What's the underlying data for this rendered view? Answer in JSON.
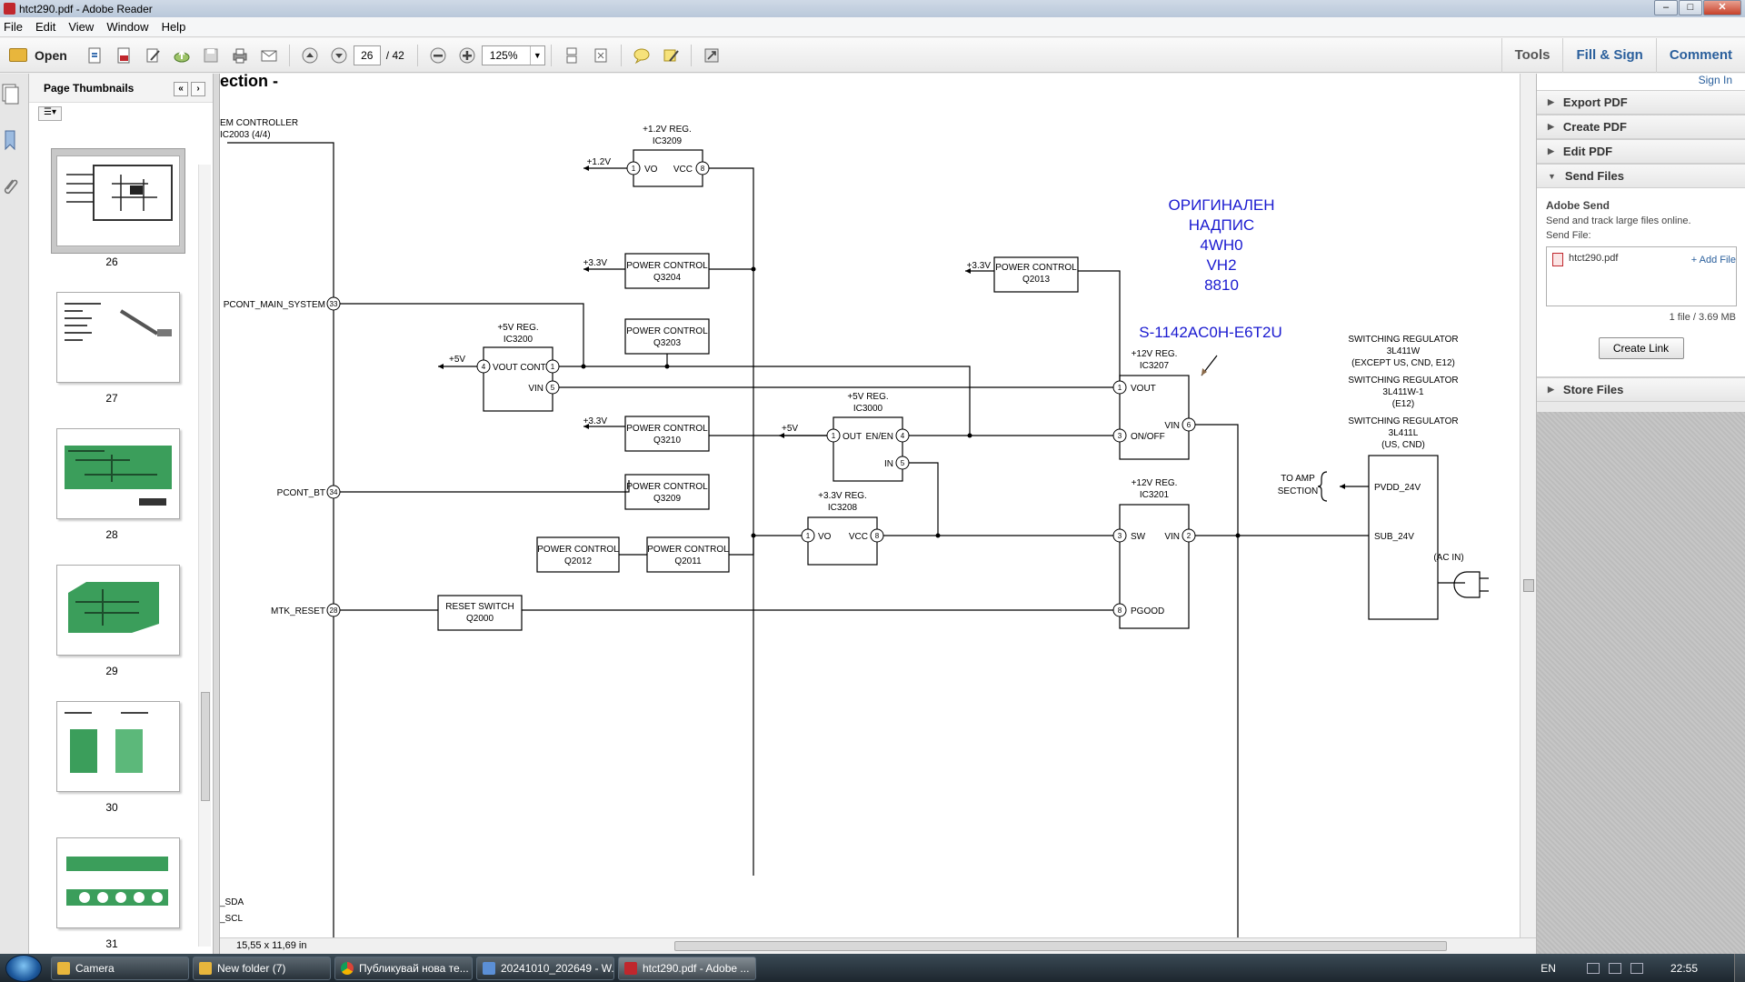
{
  "window": {
    "title": "htct290.pdf - Adobe Reader"
  },
  "menu": [
    "File",
    "Edit",
    "View",
    "Window",
    "Help"
  ],
  "toolbar": {
    "open_label": "Open",
    "page_current": "26",
    "page_total": "/ 42",
    "zoom": "125%",
    "tabs": [
      "Tools",
      "Fill & Sign",
      "Comment"
    ]
  },
  "thumbnails": {
    "header": "Page Thumbnails",
    "pages": [
      "26",
      "27",
      "28",
      "29",
      "30",
      "31"
    ]
  },
  "doc": {
    "page_size": "15,55 x 11,69 in",
    "heading": "ection -",
    "controller": [
      "EM CONTROLLER",
      "IC2003 (4/4)"
    ],
    "pins": {
      "pcont_main": "PCONT_MAIN_SYSTEM",
      "pcont_main_n": "33",
      "pcont_bt": "PCONT_BT",
      "pcont_bt_n": "34",
      "mtk_reset": "MTK_RESET",
      "mtk_reset_n": "28",
      "sda": "_SDA",
      "scl": "_SCL"
    },
    "ic3209": {
      "t1": "+1.2V REG.",
      "t2": "IC3209",
      "vo": "VO",
      "vcc": "VCC",
      "p1": "1",
      "p8": "8",
      "out": "+1.2V"
    },
    "q3204": {
      "t1": "POWER CONTROL",
      "t2": "Q3204",
      "out": "+3.3V"
    },
    "q3203": {
      "t1": "POWER CONTROL",
      "t2": "Q3203"
    },
    "ic3200": {
      "t1": "+5V REG.",
      "t2": "IC3200",
      "vout": "VOUT CONT",
      "vin": "VIN",
      "p4": "4",
      "p1": "1",
      "p5": "5",
      "out": "+5V"
    },
    "q3210": {
      "t1": "POWER CONTROL",
      "t2": "Q3210",
      "out": "+3.3V"
    },
    "q3209": {
      "t1": "POWER CONTROL",
      "t2": "Q3209"
    },
    "q2012": {
      "t1": "POWER CONTROL",
      "t2": "Q2012"
    },
    "q2011": {
      "t1": "POWER CONTROL",
      "t2": "Q2011"
    },
    "q2000": {
      "t1": "RESET SWITCH",
      "t2": "Q2000"
    },
    "ic3000": {
      "t1": "+5V REG.",
      "t2": "IC3000",
      "out": "OUT",
      "en": "EN/EN",
      "in": "IN",
      "p1": "1",
      "p4": "4",
      "p5": "5",
      "rail": "+5V"
    },
    "ic3208": {
      "t1": "+3.3V REG.",
      "t2": "IC3208",
      "vo": "VO",
      "vcc": "VCC",
      "p1": "1",
      "p8": "8"
    },
    "q2013": {
      "t1": "POWER CONTROL",
      "t2": "Q2013",
      "out": "+3.3V"
    },
    "ic3207": {
      "t1": "+12V REG.",
      "t2": "IC3207",
      "vout": "VOUT",
      "onoff": "ON/OFF",
      "vin": "VIN",
      "p1": "1",
      "p3": "3",
      "p6": "6"
    },
    "ic3201": {
      "t1": "+12V REG.",
      "t2": "IC3201",
      "sw": "SW",
      "vin": "VIN",
      "pgood": "PGOOD",
      "p3": "3",
      "p2": "2",
      "p8": "8"
    },
    "annotation": [
      "ОРИГИНАЛЕН",
      "НАДПИС",
      "4WH0",
      "VH2",
      "8810"
    ],
    "part_number": "S-1142AC0H-E6T2U",
    "switching": [
      "SWITCHING REGULATOR",
      "3L411W",
      "(EXCEPT US, CND, E12)",
      "SWITCHING REGULATOR",
      "3L411W-1",
      "(E12)",
      "SWITCHING REGULATOR",
      "3L411L",
      "(US, CND)"
    ],
    "amp": {
      "to_amp_1": "TO AMP",
      "to_amp_2": "SECTION",
      "pvdd": "PVDD_24V",
      "sub": "SUB_24V",
      "acin": "(AC IN)"
    }
  },
  "rightpane": {
    "sign_in": "Sign In",
    "sections": [
      "Export PDF",
      "Create PDF",
      "Edit PDF",
      "Send Files",
      "Store Files"
    ],
    "adobe_send": "Adobe Send",
    "send_desc": "Send and track large files online.",
    "send_file": "Send File:",
    "add_file": "+ Add File",
    "file_name": "htct290.pdf",
    "file_count": "1 file / 3.69 MB",
    "create_link": "Create Link"
  },
  "taskbar": {
    "tasks": [
      "Camera",
      "New folder (7)",
      "Публикувай нова те...",
      "20241010_202649 - W...",
      "htct290.pdf - Adobe ..."
    ],
    "lang": "EN",
    "time": "22:55"
  }
}
